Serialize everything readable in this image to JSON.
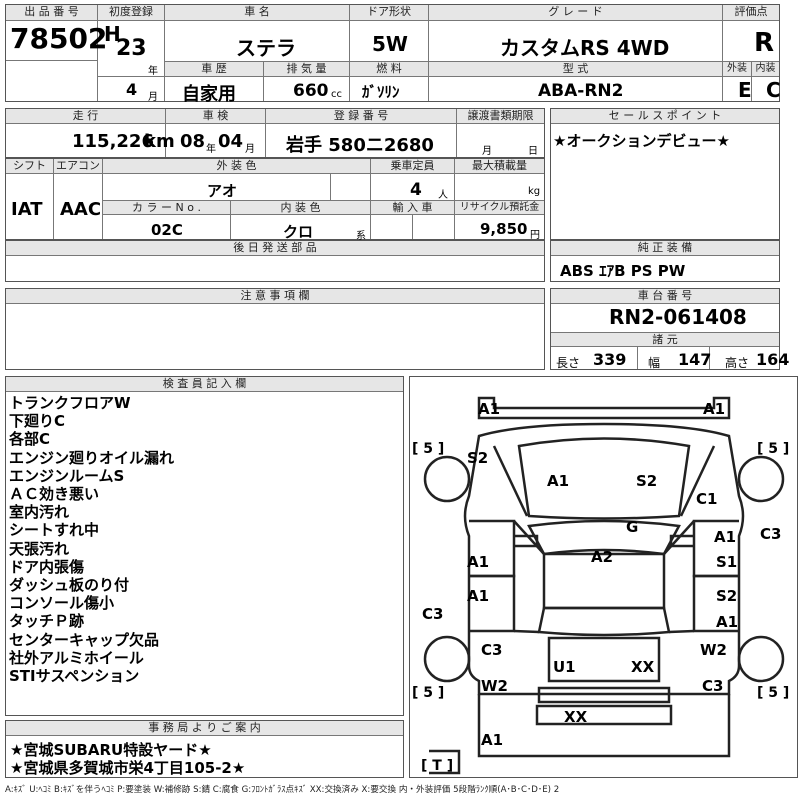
{
  "header": {
    "lot_label": "出 品 番 号",
    "lot_number": "78502",
    "first_reg_label": "初度登録",
    "era": "H",
    "year_value": "23",
    "year_unit": "年",
    "month_value": "4",
    "month_unit": "月",
    "name_label": "車 名",
    "car_name": "ステラ",
    "history_label": "車 歴",
    "history_value": "自家用",
    "displacement_label": "排 気 量",
    "displacement_value": "660",
    "displacement_unit": "cc",
    "door_label": "ドア形状",
    "door_value": "5W",
    "fuel_label": "燃 料",
    "fuel_value": "ｶﾞｿﾘﾝ",
    "grade_label": "グ レ ー ド",
    "grade_value": "カスタムRS 4WD",
    "model_label": "型 式",
    "model_value": "ABA-RN2",
    "score_label": "評価点",
    "score_value": "R",
    "exterior_label": "外装",
    "exterior_value": "E",
    "interior_label": "内装",
    "interior_value": "C"
  },
  "row2": {
    "mileage_label": "走 行",
    "mileage_value": "115,226",
    "mileage_unit": "km",
    "inspection_label": "車 検",
    "inspection_year": "08",
    "inspection_year_unit": "年",
    "inspection_month": "04",
    "inspection_month_unit": "月",
    "reg_label": "登 録 番 号",
    "reg_value": "岩手 580ニ2680",
    "transfer_label": "譲渡書類期限",
    "transfer_month_unit": "月",
    "transfer_day_unit": "日"
  },
  "row3": {
    "shift_label": "シフト",
    "shift_value": "IAT",
    "ac_label": "エアコン",
    "ac_value": "AAC",
    "color_label": "外 装 色",
    "color_value": "アオ",
    "capacity_label": "乗車定員",
    "capacity_value": "4",
    "capacity_unit": "人",
    "maxload_label": "最大積載量",
    "maxload_unit": "kg",
    "color_no_label": "カ ラ ー N o .",
    "color_no_value": "02C",
    "int_color_label": "内 装 色",
    "int_color_value": "クロ",
    "int_color_unit": "系",
    "import_label": "輸 入 車",
    "recycle_label": "リサイクル預託金",
    "recycle_value": "9,850",
    "recycle_unit": "円"
  },
  "later_parts_label": "後 日 発 送 部 品",
  "caution_label": "注 意 事 項 欄",
  "sales_point_label": "セ ー ル ス ポ イ ン ト",
  "sales_point_text": "★オークションデビュー★",
  "equipment_label": "純 正 装 備",
  "equipment_value": "ABS ｴｱB PS PW",
  "chassis_label": "車 台 番 号",
  "chassis_value": "RN2-061408",
  "specs": {
    "label": "諸 元",
    "length_label": "長さ",
    "length_value": "339",
    "width_label": "幅",
    "width_value": "147",
    "height_label": "高さ",
    "height_value": "164"
  },
  "inspector_label": "検 査 員 記 入 欄",
  "inspector_notes": [
    "トランクフロアW",
    "下廻りC",
    "各部C",
    "エンジン廻りオイル漏れ",
    "エンジンルームS",
    "ＡＣ効き悪い",
    "室内汚れ",
    "シートすれ中",
    "天張汚れ",
    "ドア内張傷",
    "ダッシュ板のり付",
    "コンソール傷小",
    "タッチＰ跡",
    "センターキャップ欠品",
    "社外アルミホイール",
    "STIサスペンション"
  ],
  "office_label": "事 務 局 よ り ご 案 内",
  "office_lines": [
    "★宮城SUBARU特設ヤード★",
    "★宮城県多賀城市栄4丁目105-2★"
  ],
  "legend": "A:ｷｽﾞ U:ﾍｺﾐ B:ｷｽﾞを伴うﾍｺﾐ P:要塗装 W:補修跡 S:錆 C:腐食 G:ﾌﾛﾝﾄｶﾞﾗｽ点ｷｽﾞ XX:交換済み X:要交換 内・外装評価 5段階ﾗﾝｸ順(A･B･C･D･E) 2",
  "diagram": {
    "tire_fl": "[ 5 ]",
    "tire_fr": "[ 5 ]",
    "tire_rl": "[ 5 ]",
    "tire_rr": "[ 5 ]",
    "spare": "[ T ]",
    "marks": {
      "front_bumper_left": "A1",
      "front_bumper_right": "A1",
      "fender_left_front": "S2",
      "hood_left": "A1",
      "hood_right": "S2",
      "fender_right": "C1",
      "windshield": "G",
      "roof": "A2",
      "right_pillar_c3": "C3",
      "front_door_left": "A1",
      "front_door_right_a1": "A1",
      "front_door_right_s1": "S1",
      "rear_door_left": "A1",
      "rear_door_right_s2": "S2",
      "rear_door_right_a1": "A1",
      "left_sill_c3": "C3",
      "rear_left_fender_c3": "C3",
      "rear_right_fender_w2": "W2",
      "left_rear_w2": "W2",
      "right_rear_c3": "C3",
      "back_door_u1": "U1",
      "back_door_xx": "XX",
      "rear_panel_xx": "XX",
      "rear_bumper_a1": "A1"
    }
  }
}
